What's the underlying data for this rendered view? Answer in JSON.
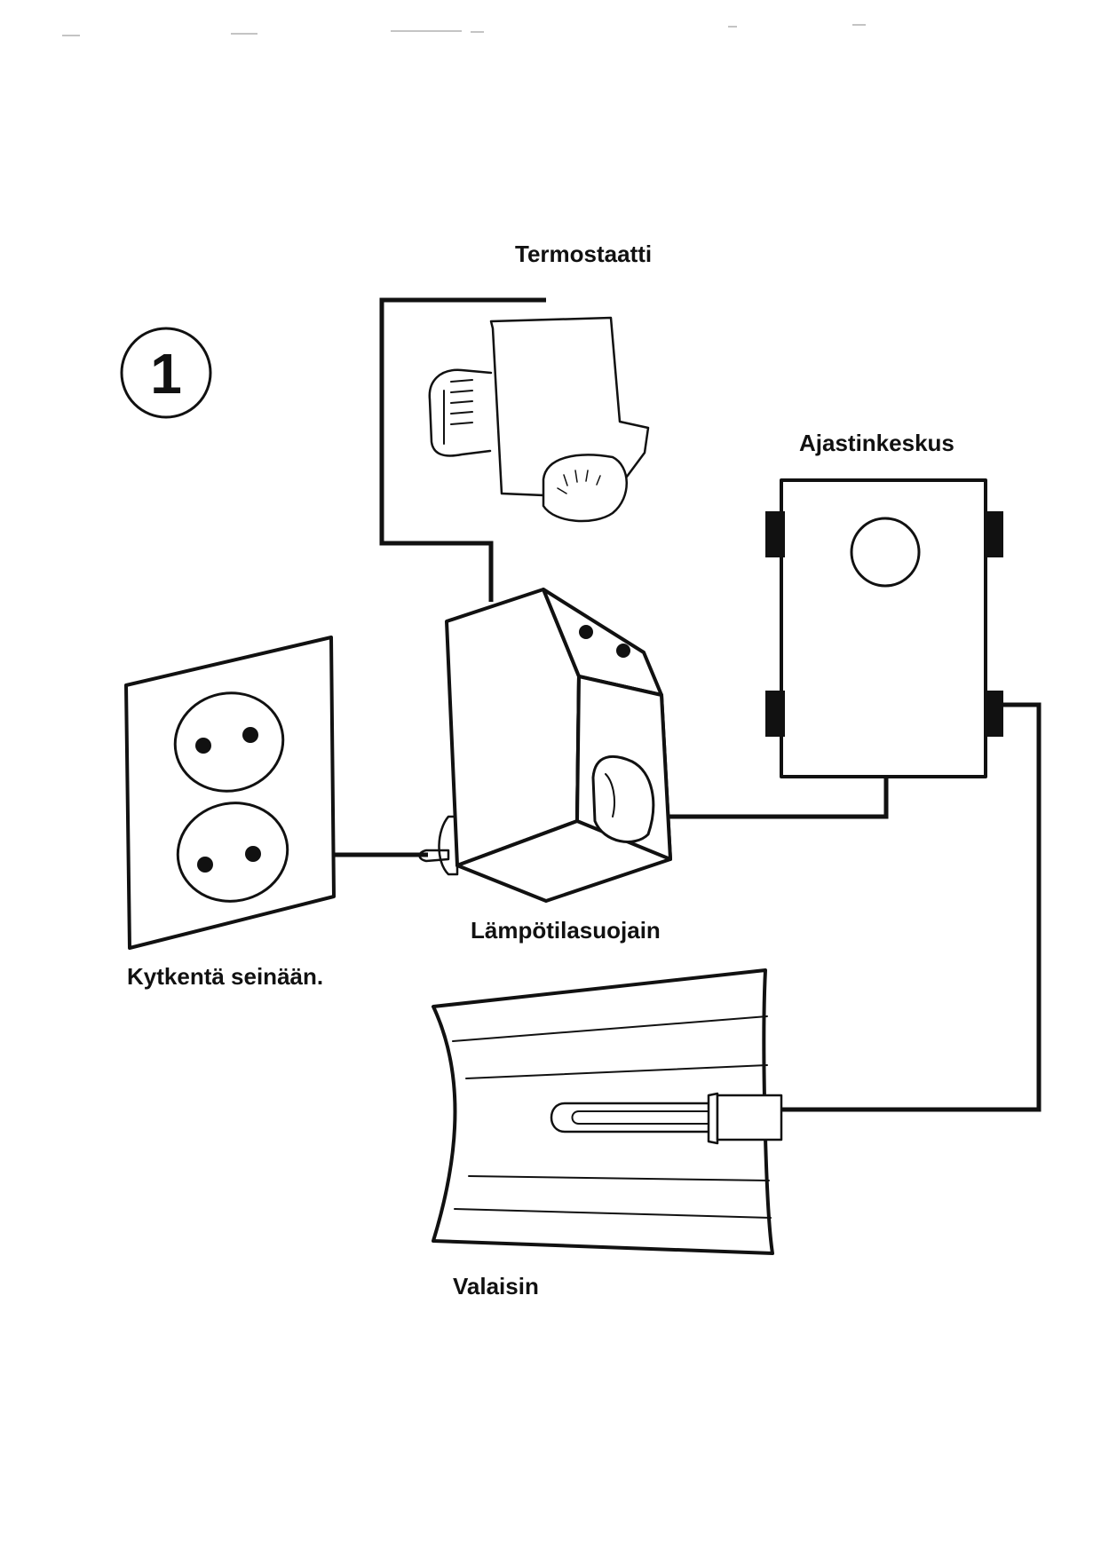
{
  "step_badge": {
    "number": "1"
  },
  "labels": {
    "thermostat": "Termostaatti",
    "timer": "Ajastinkeskus",
    "protector": "Lämpötilasuojain",
    "wall": "Kytkentä seinään.",
    "lamp": "Valaisin"
  },
  "icons": {
    "thermostat": "thermostat-icon",
    "timer": "timer-box-icon",
    "protector": "temperature-protector-icon",
    "wall_socket": "wall-socket-icon",
    "lamp": "lamp-fixture-icon"
  },
  "colors": {
    "ink": "#111111",
    "paper": "#ffffff"
  }
}
